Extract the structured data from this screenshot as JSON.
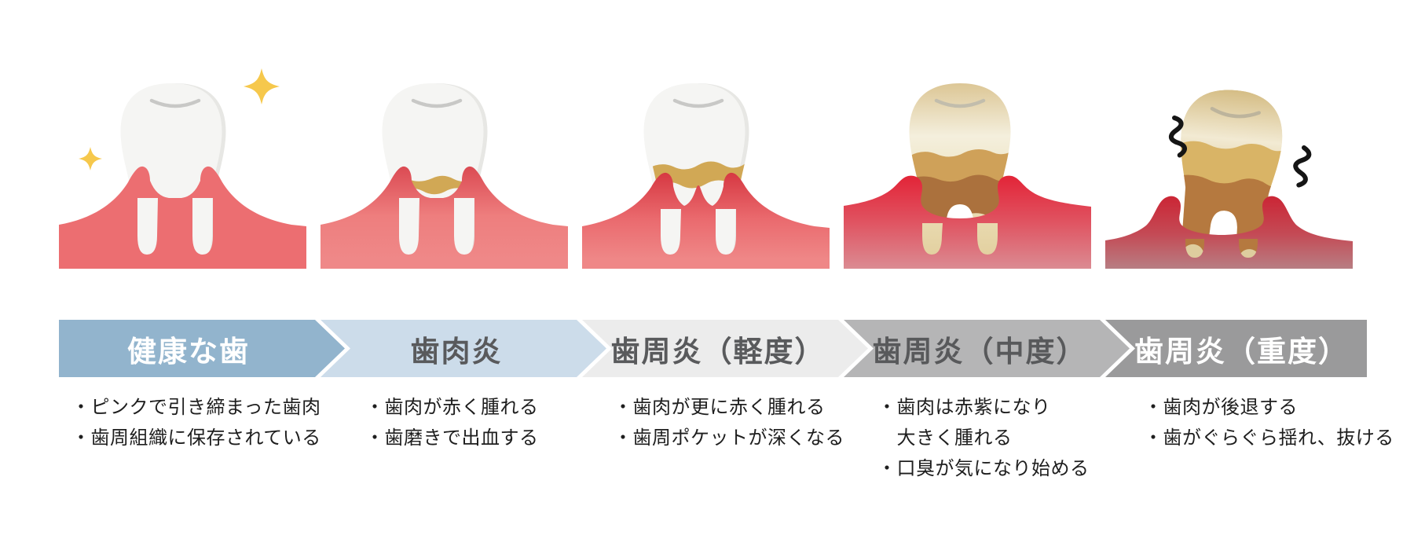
{
  "stages": [
    {
      "title": "健康な歯",
      "band_color": "#92b4cd",
      "title_color": "#ffffff",
      "lines": [
        "・ピンクで引き締まった歯肉",
        "・歯周組織に保存されている"
      ]
    },
    {
      "title": "歯肉炎",
      "band_color": "#ccdcea",
      "title_color": "#595a5c",
      "lines": [
        "・歯肉が赤く腫れる",
        "・歯磨きで出血する"
      ]
    },
    {
      "title": "歯周炎（軽度）",
      "band_color": "#ececec",
      "title_color": "#595a5c",
      "lines": [
        "・歯肉が更に赤く腫れる",
        "・歯周ポケットが深くなる"
      ]
    },
    {
      "title": "歯周炎（中度）",
      "band_color": "#b5b5b6",
      "title_color": "#58595b",
      "lines": [
        "・歯肉は赤紫になり",
        "　大きく腫れる",
        "・口臭が気になり始める"
      ]
    },
    {
      "title": "歯周炎（重度）",
      "band_color": "#9a9a9b",
      "title_color": "#ffffff",
      "lines": [
        "・歯肉が後退する",
        "・歯がぐらぐら揺れ、抜ける"
      ]
    }
  ],
  "illustration_colors": {
    "healthy_gum": "#ec6e71",
    "inflamed_gum_dark": "#d5353f",
    "severe_gum_dark": "#cc2131",
    "moderate_gum_bright": "#e32135",
    "plaque_tan": "#d1a855",
    "tartar_brown": "#ab713d",
    "bone_gray": "#cdcdcd",
    "bone_dark_gray": "#8f8c97",
    "tooth_white": "#f5f5f3",
    "sparkle_yellow": "#f6c84c",
    "shake_mark_black": "#151515"
  }
}
